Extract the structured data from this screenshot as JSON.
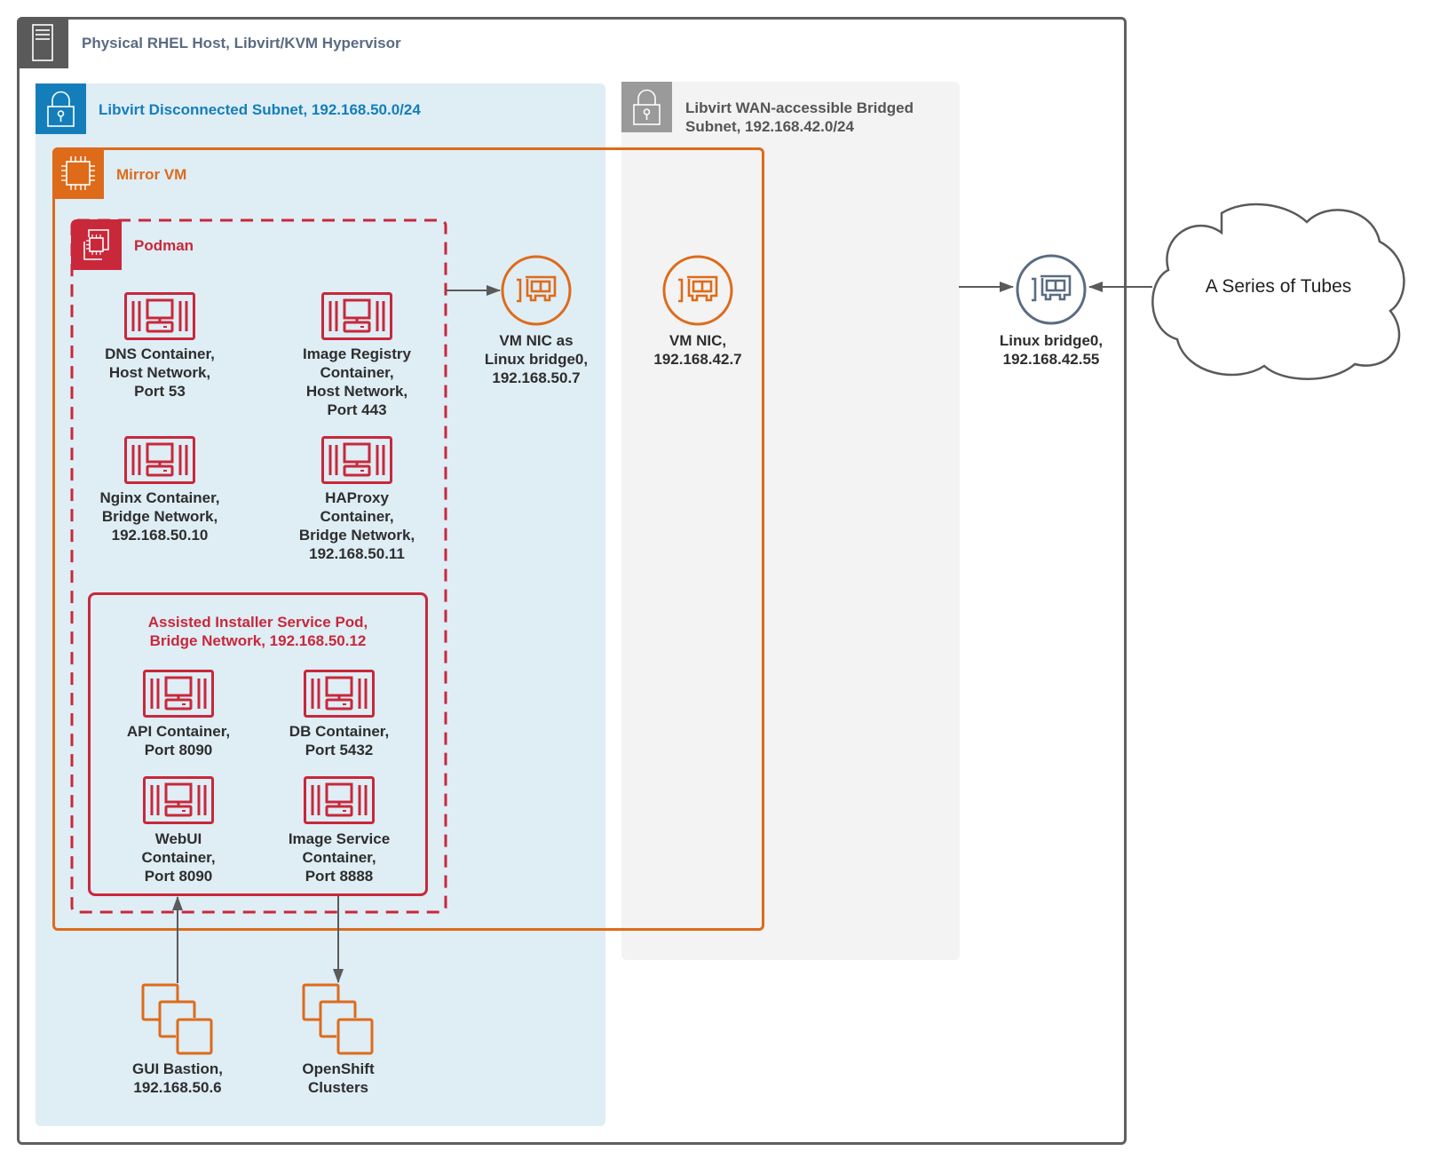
{
  "diagram": {
    "host": {
      "title": "Physical RHEL Host, Libvirt/KVM Hypervisor",
      "icon": "server-icon",
      "color": "#5a5a5a"
    },
    "disconnected_subnet": {
      "title": "Libvirt Disconnected Subnet, 192.168.50.0/24",
      "icon": "lock-icon",
      "color": "#147eba",
      "background": "#dfedf5"
    },
    "wan_subnet": {
      "title_line1": "Libvirt WAN-accessible Bridged",
      "title_line2": "Subnet, 192.168.42.0/24",
      "icon": "lock-icon",
      "color": "#9a9a9a",
      "background": "#f3f3f3"
    },
    "mirror_vm": {
      "title": "Mirror VM",
      "icon": "chip-icon",
      "color": "#dd6b1a"
    },
    "podman": {
      "title": "Podman",
      "icon": "chip-stack-icon",
      "color": "#c8283a"
    },
    "podman_containers": [
      {
        "lines": [
          "DNS Container,",
          "Host Network,",
          "Port 53"
        ]
      },
      {
        "lines": [
          "Image Registry",
          "Container,",
          "Host Network,",
          "Port 443"
        ]
      },
      {
        "lines": [
          "Nginx Container,",
          "Bridge Network,",
          "192.168.50.10"
        ]
      },
      {
        "lines": [
          "HAProxy",
          "Container,",
          "Bridge Network,",
          "192.168.50.11"
        ]
      }
    ],
    "assisted_installer_pod": {
      "title_line1": "Assisted Installer Service Pod,",
      "title_line2": "Bridge Network, 192.168.50.12",
      "containers": [
        {
          "lines": [
            "API Container,",
            "Port 8090"
          ]
        },
        {
          "lines": [
            "DB Container,",
            "Port 5432"
          ]
        },
        {
          "lines": [
            "WebUI",
            "Container,",
            "Port 8090"
          ]
        },
        {
          "lines": [
            "Image Service",
            "Container,",
            "Port 8888"
          ]
        }
      ]
    },
    "nics": [
      {
        "lines": [
          "VM NIC as",
          "Linux bridge0,",
          "192.168.50.7"
        ],
        "color": "#dd6b1a"
      },
      {
        "lines": [
          "VM NIC,",
          "192.168.42.7"
        ],
        "color": "#dd6b1a"
      },
      {
        "lines": [
          "Linux bridge0,",
          "192.168.42.55"
        ],
        "color": "#5a6b82"
      }
    ],
    "external_nodes": [
      {
        "lines": [
          "GUI Bastion,",
          "192.168.50.6"
        ]
      },
      {
        "lines": [
          "OpenShift",
          "Clusters"
        ]
      }
    ],
    "cloud": {
      "label": "A Series of Tubes"
    },
    "connectors": [
      {
        "from": "podman",
        "to": "vm-nic-bridge0",
        "direction": "forward"
      },
      {
        "from": "wan-subnet",
        "to": "host-bridge0",
        "direction": "forward"
      },
      {
        "from": "cloud",
        "to": "host-bridge0",
        "direction": "forward"
      },
      {
        "from": "gui-bastion",
        "to": "assisted-installer-pod",
        "direction": "forward"
      },
      {
        "from": "assisted-installer-pod",
        "to": "openshift-clusters",
        "direction": "forward"
      }
    ]
  }
}
